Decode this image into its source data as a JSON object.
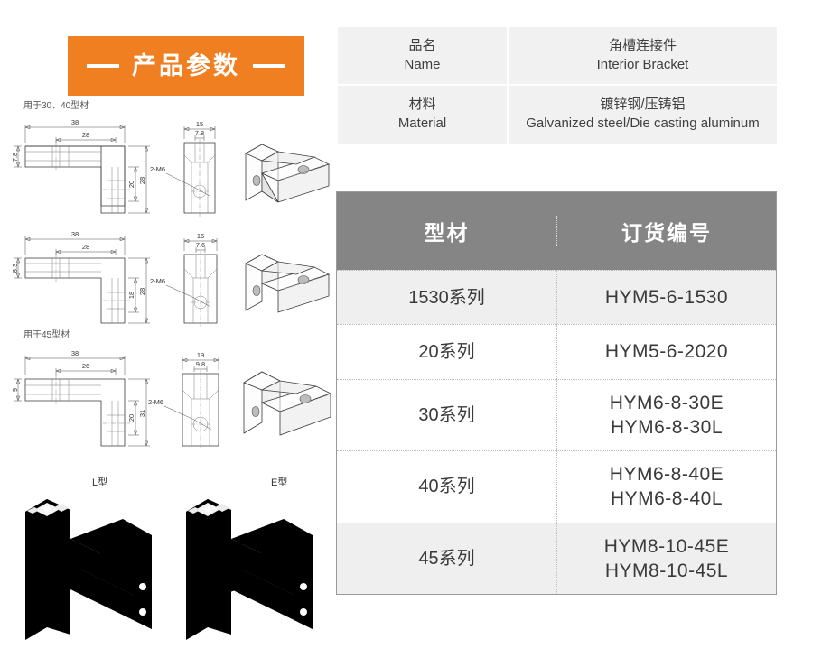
{
  "banner": {
    "title": "产品参数",
    "accent_color": "#f07f22",
    "dash_left": "",
    "dash_right": ""
  },
  "drawings": {
    "note_1": "用于30、40型材",
    "note_2": "用于45型材",
    "type_l_label": "L型",
    "type_e_label": "E型",
    "rows": [
      {
        "front": {
          "w_outer": "38",
          "w_inner": "28",
          "h_left": "7.8",
          "h_inner": "20",
          "h_outer": "28"
        },
        "side": {
          "w_outer": "15",
          "w_inner": "7.8",
          "thread": "2-M6"
        }
      },
      {
        "front": {
          "w_outer": "38",
          "w_inner": "28",
          "h_left": "8.3",
          "h_inner": "18",
          "h_outer": "28"
        },
        "side": {
          "w_outer": "16",
          "w_inner": "7.6",
          "thread": "2-M6"
        }
      },
      {
        "front": {
          "w_outer": "38",
          "w_inner": "26",
          "h_left": "9",
          "h_inner": "20",
          "h_outer": "31"
        },
        "side": {
          "w_outer": "19",
          "w_inner": "9.8",
          "thread": "2-M6"
        }
      }
    ]
  },
  "info_table": {
    "rows": [
      {
        "label_cn": "品名",
        "label_en": "Name",
        "value_cn": "角槽连接件",
        "value_en": "Interior Bracket"
      },
      {
        "label_cn": "材料",
        "label_en": "Material",
        "value_cn": "镀锌钢/压铸铝",
        "value_en": "Galvanized steel/Die casting aluminum"
      }
    ]
  },
  "spec_table": {
    "header": {
      "profile": "型材",
      "order_code": "订货编号",
      "background": "#858585"
    },
    "rows": [
      {
        "profile": "1530系列",
        "codes": [
          "HYM5-6-1530"
        ],
        "shaded": true
      },
      {
        "profile": "20系列",
        "codes": [
          "HYM5-6-2020"
        ],
        "shaded": false
      },
      {
        "profile": "30系列",
        "codes": [
          "HYM6-8-30E",
          "HYM6-8-30L"
        ],
        "shaded": false
      },
      {
        "profile": "40系列",
        "codes": [
          "HYM6-8-40E",
          "HYM6-8-40L"
        ],
        "shaded": false
      },
      {
        "profile": "45系列",
        "codes": [
          "HYM8-10-45E",
          "HYM8-10-45L"
        ],
        "shaded": true
      }
    ]
  }
}
